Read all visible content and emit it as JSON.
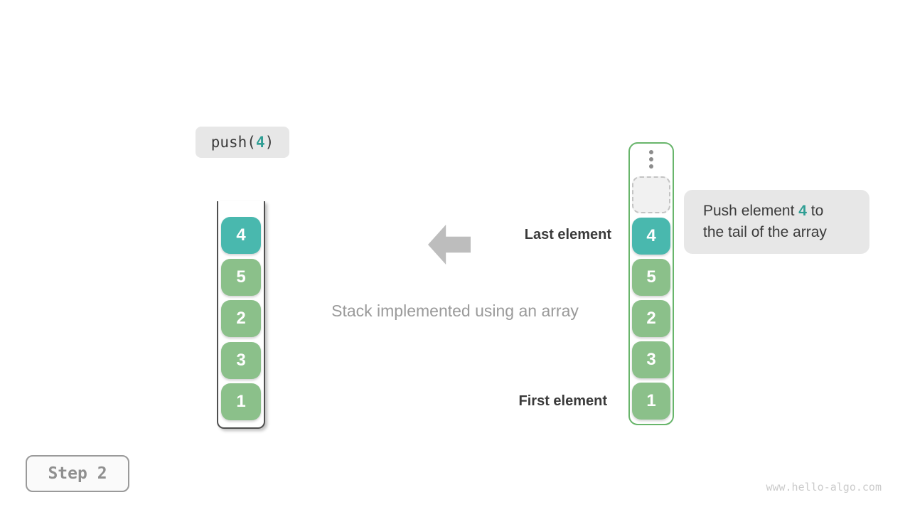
{
  "colors": {
    "teal": "#49b8ae",
    "teal-text": "#2f9e94",
    "green": "#8bc08a",
    "container-green": "#68b56b",
    "stack-border": "#4f4f4f",
    "label-dark": "#3a3a3a",
    "caption-gray": "#9a9a9a",
    "arrow-gray": "#bdbdbd",
    "box-gray": "#e7e7e7",
    "slot-bg": "#f1f1f1",
    "slot-border": "#c3c3c3",
    "dot-gray": "#8c8c8c",
    "step-text": "#8f8f8f",
    "watermark": "#cbcbcb"
  },
  "operation": {
    "prefix": "push(",
    "value": "4",
    "suffix": ")"
  },
  "left_stack": {
    "items": [
      {
        "value": "4",
        "type": "top"
      },
      {
        "value": "5",
        "type": "normal"
      },
      {
        "value": "2",
        "type": "normal"
      },
      {
        "value": "3",
        "type": "normal"
      },
      {
        "value": "1",
        "type": "normal"
      }
    ]
  },
  "right_stack": {
    "items": [
      {
        "value": "4",
        "type": "top"
      },
      {
        "value": "5",
        "type": "normal"
      },
      {
        "value": "2",
        "type": "normal"
      },
      {
        "value": "3",
        "type": "normal"
      },
      {
        "value": "1",
        "type": "normal"
      }
    ]
  },
  "labels": {
    "last_element": "Last element",
    "first_element": "First element",
    "caption": "Stack implemented using an array"
  },
  "tooltip": {
    "line1_prefix": "Push element ",
    "line1_value": "4",
    "line1_suffix": " to",
    "line2": "the tail of the array"
  },
  "step": {
    "label": "Step 2"
  },
  "watermark": "www.hello-algo.com",
  "icons": {
    "arrow": "left-arrow",
    "ellipsis": "vertical-ellipsis"
  }
}
